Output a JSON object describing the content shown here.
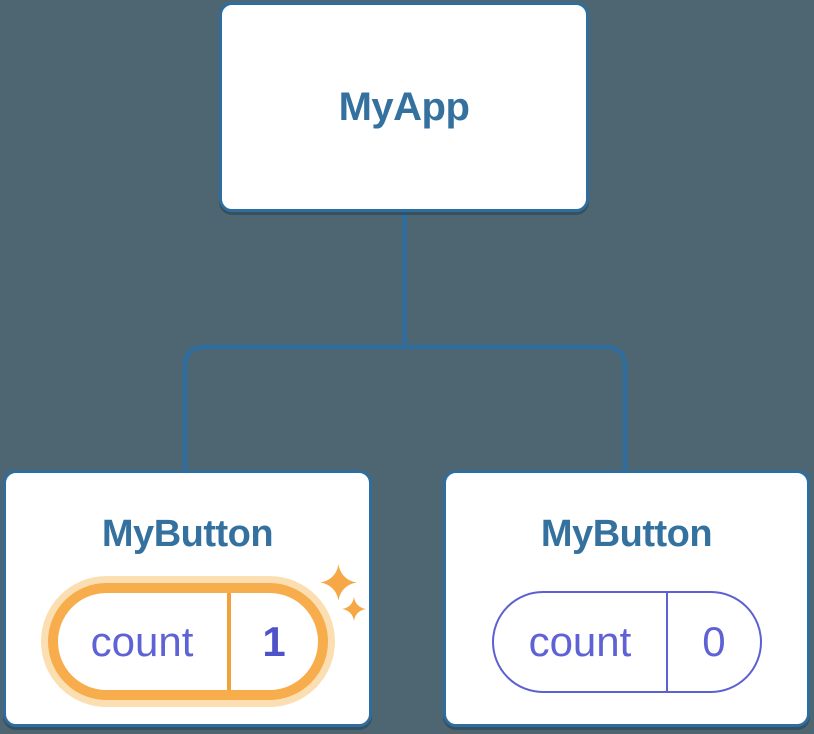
{
  "colors": {
    "canvas-bg": "#4d6672",
    "card-bg": "#ffffff",
    "tree-line": "#2e6d9e",
    "node-title": "#35719f",
    "state-text": "#5f62d5",
    "state-value-bold": "#4f53c9",
    "state-border": "#5c60d2",
    "highlight-ring": "#f7ad4c",
    "highlight-halo": "#fbdfb2",
    "highlight-divider": "#f1a23b",
    "sparkle": "#f6a746"
  },
  "icons": {
    "sparkle": "sparkle-icon (four-pointed star ✦)"
  },
  "tree": {
    "root": {
      "label": "MyApp"
    },
    "children": [
      {
        "label": "MyButton",
        "state": {
          "key": "count",
          "value": "1"
        },
        "highlighted": true
      },
      {
        "label": "MyButton",
        "state": {
          "key": "count",
          "value": "0"
        },
        "highlighted": false
      }
    ]
  }
}
